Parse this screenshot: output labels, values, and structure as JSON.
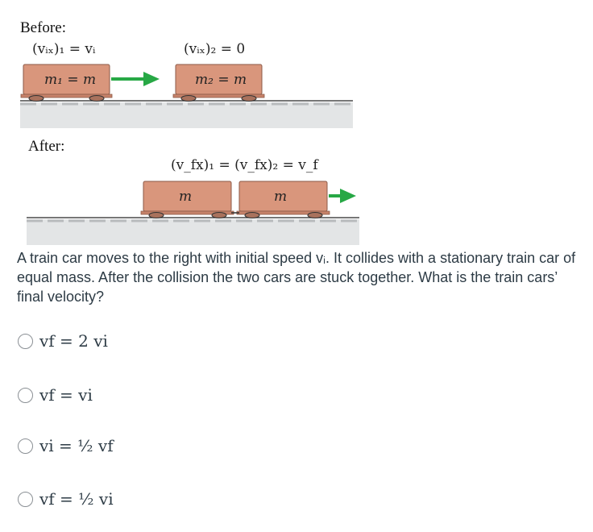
{
  "figure": {
    "before_label": "Before:",
    "after_label": "After:",
    "before_car1_velocity": "(vᵢₓ)₁ = vᵢ",
    "before_car2_velocity": "(vᵢₓ)₂ = 0",
    "before_car1_mass": "m₁ = m",
    "before_car2_mass": "m₂ = m",
    "after_velocity": "(v_fx)₁ = (v_fx)₂ = v_f",
    "after_car1_mass": "m",
    "after_car2_mass": "m",
    "colors": {
      "car": "#d9967c",
      "arrow": "#27a845",
      "track": "#e3e5e6",
      "rail": "#4a4a4a"
    }
  },
  "question": {
    "text": "A train car moves to the right with initial speed vᵢ. It collides with a stationary train car of equal mass. After the collision the two cars are stuck together. What is the train cars’ final velocity?"
  },
  "options": [
    {
      "label": "vf = 2 vi"
    },
    {
      "label": "vf = vi"
    },
    {
      "label": "vi = ½ vf"
    },
    {
      "label": "vf = ½ vi"
    }
  ]
}
